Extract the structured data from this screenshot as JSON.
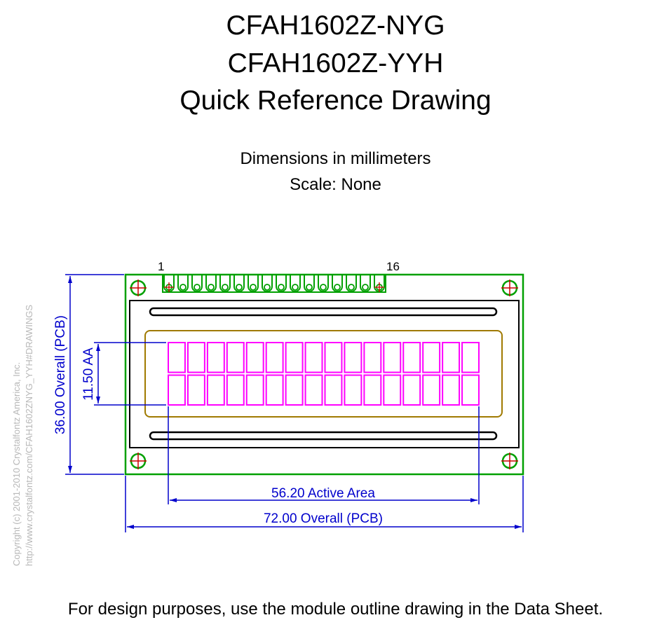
{
  "title": {
    "line1": "CFAH1602Z-NYG",
    "line2": "CFAH1602Z-YYH",
    "line3": "Quick Reference Drawing"
  },
  "subtitle": {
    "units": "Dimensions in millimeters",
    "scale": "Scale: None"
  },
  "copyright": {
    "line1": "Copyright (c) 2001-2010 Crystalfontz America, Inc.",
    "line2": "http://www.crystalfontz.com/CFAH1602ZNYG_YYH#DRAWINGS"
  },
  "pins": {
    "first_label": "1",
    "last_label": "16",
    "count": 16
  },
  "display": {
    "rows": 2,
    "columns": 16
  },
  "dimensions": {
    "overall_height": "36.00 Overall (PCB)",
    "active_height": "11.50 AA",
    "active_width": "56.20 Active Area",
    "overall_width": "72.00 Overall (PCB)"
  },
  "colors": {
    "pcb_outline": "#00a000",
    "bezel": "#000000",
    "viewing_area": "#a07a00",
    "characters": "#ff00ff",
    "dimension_lines": "#0000cc"
  },
  "footer": "For design purposes, use the module outline drawing in the Data Sheet."
}
